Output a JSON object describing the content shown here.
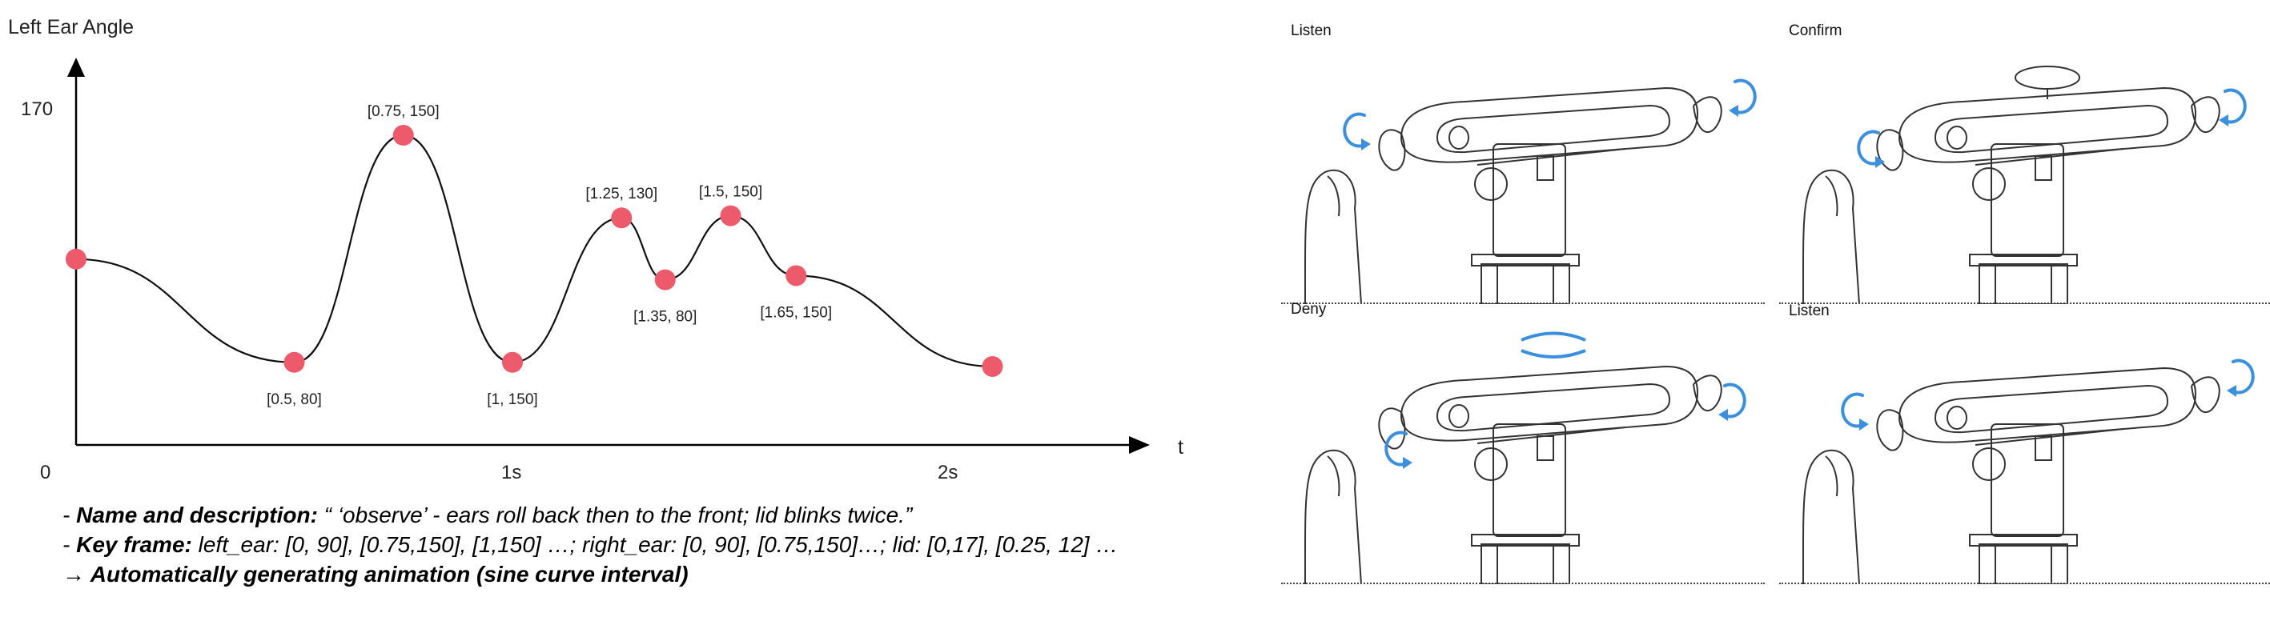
{
  "chart_data": {
    "type": "line",
    "ylabel": "Left Ear Angle",
    "xlabel": "t",
    "y_ticks": [
      "170"
    ],
    "x_ticks": [
      {
        "t": 0,
        "label": "0"
      },
      {
        "t": 1,
        "label": "1s"
      },
      {
        "t": 2,
        "label": "2s"
      }
    ],
    "points": [
      {
        "t": 0,
        "v": 90,
        "label": ""
      },
      {
        "t": 0.5,
        "v": 40,
        "label": "[0.5, 80]"
      },
      {
        "t": 0.75,
        "v": 150,
        "label": "[0.75, 150]"
      },
      {
        "t": 1.0,
        "v": 40,
        "label": "[1, 150]"
      },
      {
        "t": 1.25,
        "v": 110,
        "label": "[1.25, 130]"
      },
      {
        "t": 1.35,
        "v": 80,
        "label": "[1.35, 80]"
      },
      {
        "t": 1.5,
        "v": 111,
        "label": "[1.5, 150]"
      },
      {
        "t": 1.65,
        "v": 82,
        "label": "[1.65, 150]"
      },
      {
        "t": 2.1,
        "v": 38,
        "label": ""
      }
    ],
    "colors": {
      "point": "#ec5a6c",
      "line": "#111111"
    }
  },
  "notes": {
    "line1_bold": "Name and description:",
    "line1_text": " “ ‘observe’ - ears roll back then to the front; lid blinks twice.”",
    "line2_bold": "Key frame:",
    "line2_text": " left_ear: [0, 90], [0.75,150], [1,150] …; right_ear: [0, 90], [0.75,150]…; lid: [0,17], [0.25, 12] …",
    "line3_text": "Automatically generating animation (sine curve interval)"
  },
  "panels": [
    {
      "title": "Listen"
    },
    {
      "title": "Confirm"
    },
    {
      "title": "Deny"
    },
    {
      "title": "Listen"
    }
  ],
  "colors": {
    "arrow": "#3b8fdc",
    "sketch": "#333333"
  }
}
